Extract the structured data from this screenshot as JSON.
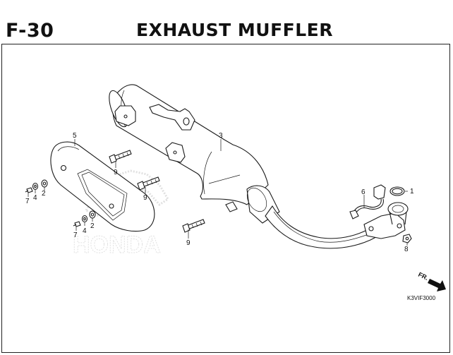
{
  "header": {
    "figure_code": "F-30",
    "title": "EXHAUST MUFFLER"
  },
  "watermark": {
    "text": "HONDA"
  },
  "callouts": {
    "c1": "1",
    "c2a": "2",
    "c2b": "2",
    "c3": "3",
    "c4a": "4",
    "c4b": "4",
    "c5": "5",
    "c6": "6",
    "c7a": "7",
    "c7b": "7",
    "c8": "8",
    "c9a": "9",
    "c9b": "9",
    "c9c": "9"
  },
  "direction": {
    "label": "FR."
  },
  "diagram_code": "K3VIF3000"
}
